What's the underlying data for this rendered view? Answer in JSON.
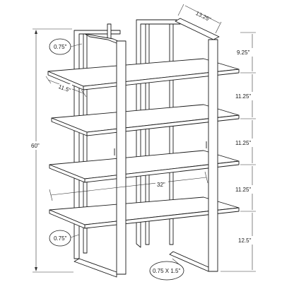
{
  "dimensions": {
    "depth_top": "13.25\"",
    "tube_top": "0.75\"",
    "shelf_depth": "11.5\"",
    "total_height": "60\"",
    "top_gap": "9.25\"",
    "gap2": "11.25\"",
    "gap3": "11.25\"",
    "gap4": "11.25\"",
    "bottom_gap": "12.5\"",
    "width": "32\"",
    "tube_bottom": "0.75\"",
    "tube_section": "0.75 X 1.5\""
  }
}
